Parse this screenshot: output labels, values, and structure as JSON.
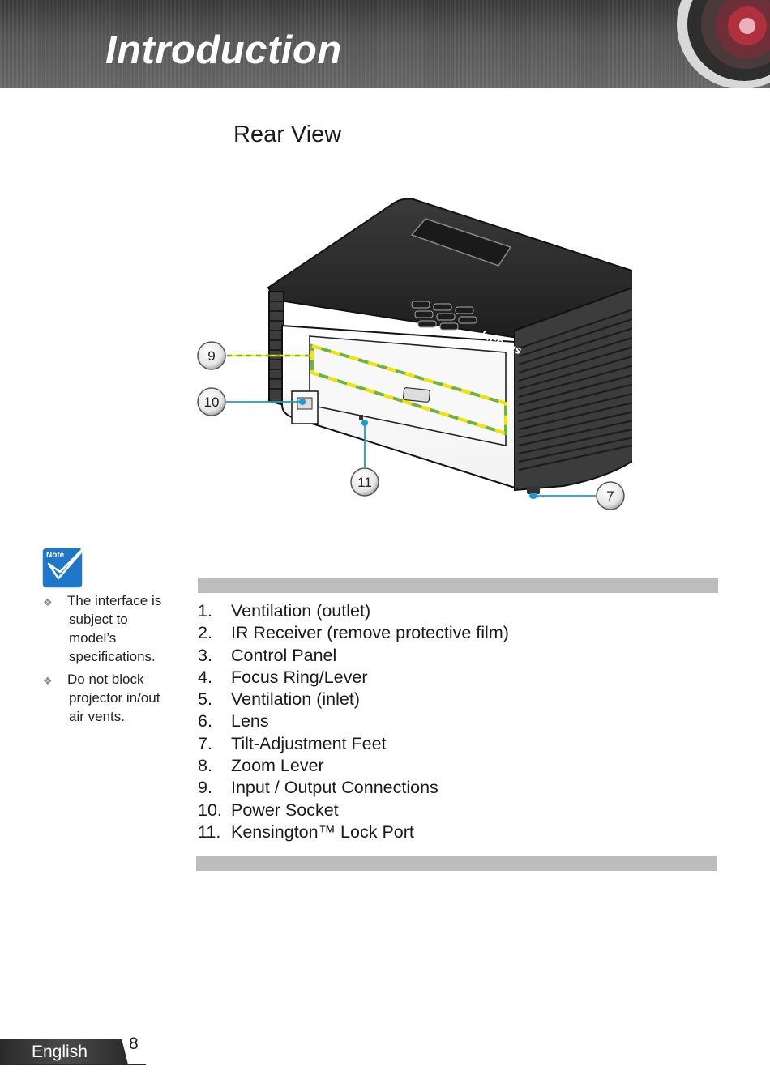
{
  "header": {
    "title": "Introduction"
  },
  "section": {
    "title": "Rear View"
  },
  "figure": {
    "brand_logo": "InFocus",
    "callouts": [
      "9",
      "10",
      "11",
      "7"
    ],
    "callout_color": "#1a9ad6",
    "connection_highlight_colors": [
      "#6cb33f",
      "#f5e400"
    ]
  },
  "note": {
    "icon_label": "Note",
    "items": [
      "The interface is subject to model’s specifications.",
      "Do not block projector in/out air vents."
    ]
  },
  "parts": [
    {
      "num": "1.",
      "label": "Ventilation (outlet)"
    },
    {
      "num": "2.",
      "label": "IR Receiver (remove protective film)"
    },
    {
      "num": "3.",
      "label": "Control Panel"
    },
    {
      "num": "4.",
      "label": "Focus Ring/Lever"
    },
    {
      "num": "5.",
      "label": "Ventilation (inlet)"
    },
    {
      "num": "6.",
      "label": "Lens"
    },
    {
      "num": "7.",
      "label": "Tilt-Adjustment Feet"
    },
    {
      "num": "8.",
      "label": "Zoom Lever"
    },
    {
      "num": "9.",
      "label": "Input / Output Connections"
    },
    {
      "num": "10.",
      "label": "Power Socket"
    },
    {
      "num": "11.",
      "label": "Kensington™ Lock Port"
    }
  ],
  "footer": {
    "language": "English",
    "page_number": "8"
  }
}
